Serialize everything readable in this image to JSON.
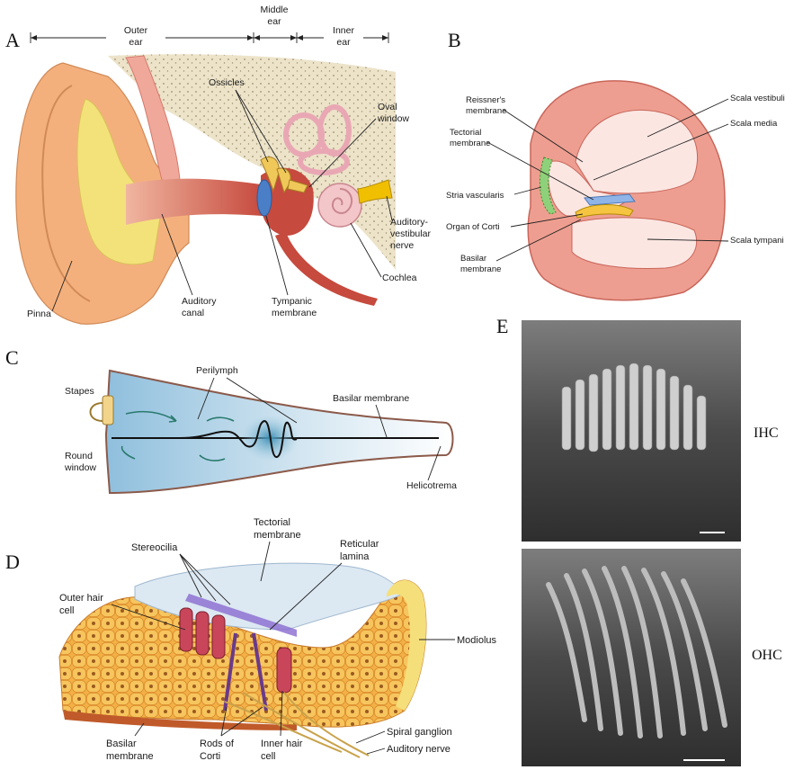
{
  "panels": {
    "a": {
      "letter": "A",
      "regions": {
        "outer": [
          "Outer",
          "ear"
        ],
        "middle": [
          "Middle",
          "ear"
        ],
        "inner": [
          "Inner",
          "ear"
        ]
      },
      "labels": {
        "ossicles": "Ossicles",
        "oval_window": [
          "Oval",
          "window"
        ],
        "auditory_vestibular_nerve": [
          "Auditory-",
          "vestibular",
          "nerve"
        ],
        "cochlea": "Cochlea",
        "pinna": "Pinna",
        "auditory_canal": [
          "Auditory",
          "canal"
        ],
        "tympanic_membrane": [
          "Tympanic",
          "membrane"
        ]
      }
    },
    "b": {
      "letter": "B",
      "labels": {
        "reissners_membrane": [
          "Reissner's",
          "membrane"
        ],
        "tectorial_membrane": [
          "Tectorial",
          "membrane"
        ],
        "stria_vascularis": "Stria vascularis",
        "organ_of_corti": "Organ of Corti",
        "basilar_membrane": [
          "Basilar",
          "membrane"
        ],
        "scala_vestibuli": "Scala vestibuli",
        "scala_media": "Scala media",
        "scala_tympani": "Scala tympani"
      }
    },
    "c": {
      "letter": "C",
      "labels": {
        "stapes": "Stapes",
        "perilymph": "Perilymph",
        "basilar_membrane": "Basilar membrane",
        "round_window": [
          "Round",
          "window"
        ],
        "helicotrema": "Helicotrema"
      }
    },
    "d": {
      "letter": "D",
      "labels": {
        "tectorial_membrane": [
          "Tectorial",
          "membrane"
        ],
        "stereocilia": "Stereocilia",
        "reticular_lamina": [
          "Reticular",
          "lamina"
        ],
        "outer_hair_cell": [
          "Outer hair",
          "cell"
        ],
        "modiolus": "Modiolus",
        "basilar_membrane": [
          "Basilar",
          "membrane"
        ],
        "rods_of_corti": [
          "Rods of",
          "Corti"
        ],
        "inner_hair_cell": [
          "Inner hair",
          "cell"
        ],
        "spiral_ganglion": "Spiral ganglion",
        "auditory_nerve": "Auditory nerve"
      }
    },
    "e": {
      "letter": "E",
      "top_label": "IHC",
      "bottom_label": "OHC"
    }
  },
  "colors": {
    "skin": "#f2b27a",
    "cartilage": "#f3e27a",
    "bone": "#e8dcc0",
    "canal": "#c9574b",
    "cochlea_wall": "#ef9a8c",
    "perilymph_fluid": "#a9cfe6",
    "corti_yellow": "#f5c542",
    "tectorial": "#cfe0f0"
  }
}
